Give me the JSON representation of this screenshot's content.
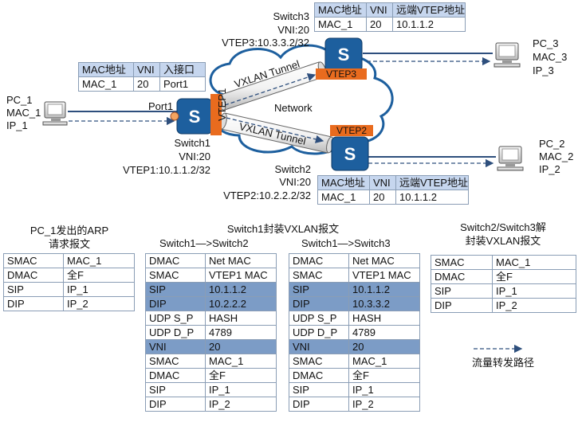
{
  "colors": {
    "switch_blue": "#1d5f9e",
    "vtep_orange": "#e96b1e",
    "table_header": "#c6d6ee",
    "highlight_row": "#7c9cc6",
    "flow_line": "#2e4f7d"
  },
  "pc1": {
    "lines": [
      "PC_1",
      "MAC_1",
      "IP_1"
    ],
    "icon": "computer-icon"
  },
  "pc2": {
    "lines": [
      "PC_2",
      "MAC_2",
      "IP_2"
    ],
    "icon": "computer-icon"
  },
  "pc3": {
    "lines": [
      "PC_3",
      "MAC_3",
      "IP_3"
    ],
    "icon": "computer-icon"
  },
  "switch1": {
    "lines": [
      "Switch1",
      "VNI:20",
      "VTEP1:10.1.1.2/32"
    ],
    "port": "Port1",
    "vtep": "VTEP1",
    "icon": "switch-icon"
  },
  "switch2": {
    "lines": [
      "Switch2",
      "VNI:20",
      "VTEP2:10.2.2.2/32"
    ],
    "vtep": "VTEP2",
    "icon": "switch-icon"
  },
  "switch3": {
    "lines": [
      "Switch3",
      "VNI:20",
      "VTEP3:10.3.3.2/32"
    ],
    "vtep": "VTEP3",
    "icon": "switch-icon"
  },
  "network_label": "Network",
  "tunnel_label": "VXLAN Tunnel",
  "mac_table_sw1": {
    "headers": [
      "MAC地址",
      "VNI",
      "入接口"
    ],
    "row": [
      "MAC_1",
      "20",
      "Port1"
    ]
  },
  "mac_table_sw2": {
    "headers": [
      "MAC地址",
      "VNI",
      "远端VTEP地址"
    ],
    "row": [
      "MAC_1",
      "20",
      "10.1.1.2"
    ]
  },
  "mac_table_sw3": {
    "headers": [
      "MAC地址",
      "VNI",
      "远端VTEP地址"
    ],
    "row": [
      "MAC_1",
      "20",
      "10.1.1.2"
    ]
  },
  "arp_table": {
    "title_lines": [
      "PC_1发出的ARP",
      "请求报文"
    ],
    "rows": [
      [
        "SMAC",
        "MAC_1"
      ],
      [
        "DMAC",
        "全F"
      ],
      [
        "SIP",
        "IP_1"
      ],
      [
        "DIP",
        "IP_2"
      ]
    ]
  },
  "encap_title": "Switch1封装VXLAN报文",
  "encap_to_sw2": {
    "title": "Switch1—>Switch2",
    "rows": [
      [
        "DMAC",
        "Net MAC"
      ],
      [
        "SMAC",
        "VTEP1 MAC"
      ],
      [
        "SIP",
        "10.1.1.2"
      ],
      [
        "DIP",
        "10.2.2.2"
      ],
      [
        "UDP S_P",
        "HASH"
      ],
      [
        "UDP D_P",
        "4789"
      ],
      [
        "VNI",
        "20"
      ],
      [
        "SMAC",
        "MAC_1"
      ],
      [
        "DMAC",
        "全F"
      ],
      [
        "SIP",
        "IP_1"
      ],
      [
        "DIP",
        "IP_2"
      ]
    ]
  },
  "encap_to_sw3": {
    "title": "Switch1—>Switch3",
    "rows": [
      [
        "DMAC",
        "Net MAC"
      ],
      [
        "SMAC",
        "VTEP1 MAC"
      ],
      [
        "SIP",
        "10.1.1.2"
      ],
      [
        "DIP",
        "10.3.3.2"
      ],
      [
        "UDP S_P",
        "HASH"
      ],
      [
        "UDP D_P",
        "4789"
      ],
      [
        "VNI",
        "20"
      ],
      [
        "SMAC",
        "MAC_1"
      ],
      [
        "DMAC",
        "全F"
      ],
      [
        "SIP",
        "IP_1"
      ],
      [
        "DIP",
        "IP_2"
      ]
    ]
  },
  "decap_table": {
    "title_lines": [
      "Switch2/Switch3解",
      "封装VXLAN报文"
    ],
    "rows": [
      [
        "SMAC",
        "MAC_1"
      ],
      [
        "DMAC",
        "全F"
      ],
      [
        "SIP",
        "IP_1"
      ],
      [
        "DIP",
        "IP_2"
      ]
    ]
  },
  "legend": {
    "label": "流量转发路径"
  }
}
